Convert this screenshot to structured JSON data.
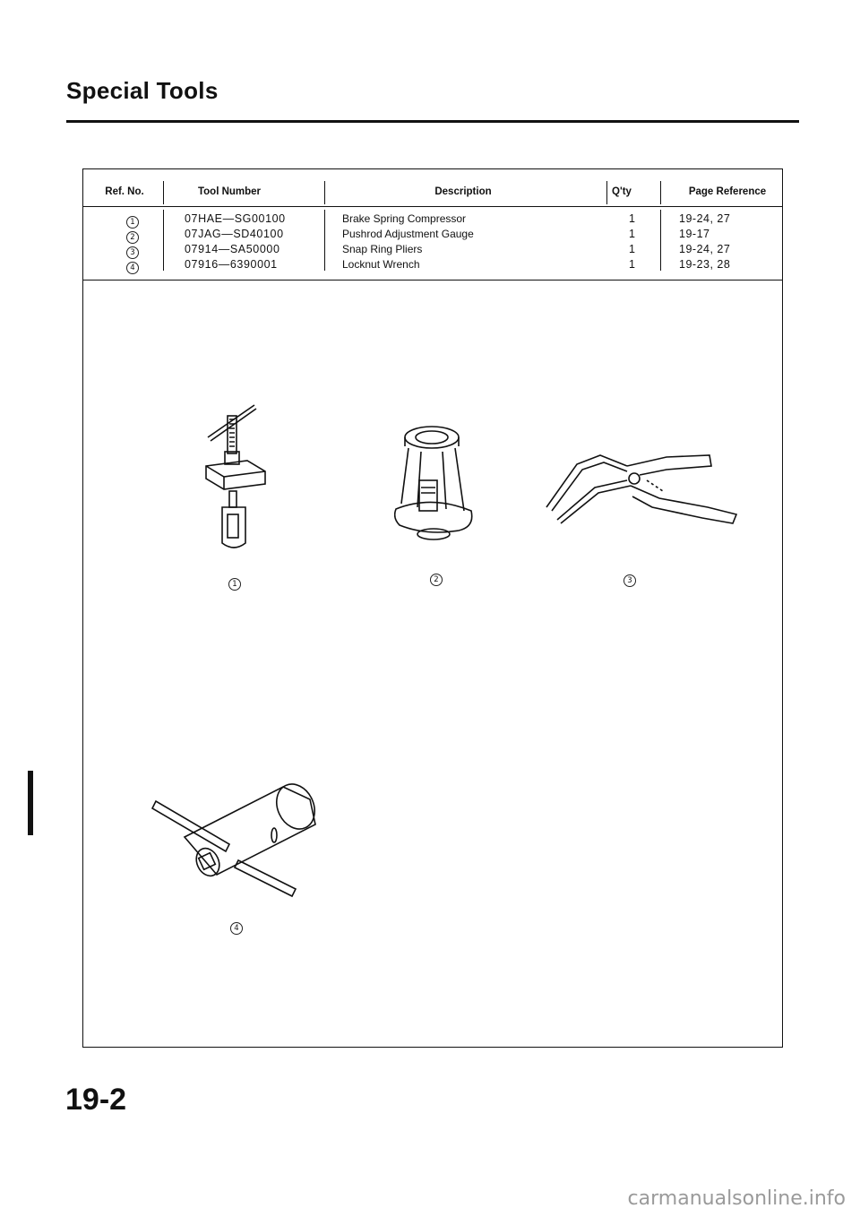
{
  "page_title": "Special Tools",
  "table": {
    "headers": {
      "ref": "Ref. No.",
      "tool_number": "Tool Number",
      "description": "Description",
      "qty": "Q'ty",
      "page_ref": "Page Reference"
    },
    "rows": [
      {
        "ref": "1",
        "tool_number": "07HAE—SG00100",
        "description": "Brake Spring Compressor",
        "qty": "1",
        "page_ref": "19-24, 27"
      },
      {
        "ref": "2",
        "tool_number": "07JAG—SD40100",
        "description": "Pushrod Adjustment Gauge",
        "qty": "1",
        "page_ref": "19-17"
      },
      {
        "ref": "3",
        "tool_number": "07914—SA50000",
        "description": "Snap Ring Pliers",
        "qty": "1",
        "page_ref": "19-24, 27"
      },
      {
        "ref": "4",
        "tool_number": "07916—6390001",
        "description": "Locknut Wrench",
        "qty": "1",
        "page_ref": "19-23, 28"
      }
    ]
  },
  "figures": {
    "fig1_label": "1",
    "fig2_label": "2",
    "fig3_label": "3",
    "fig4_label": "4"
  },
  "page_number": "19-2",
  "watermark": "carmanualsonline.info"
}
